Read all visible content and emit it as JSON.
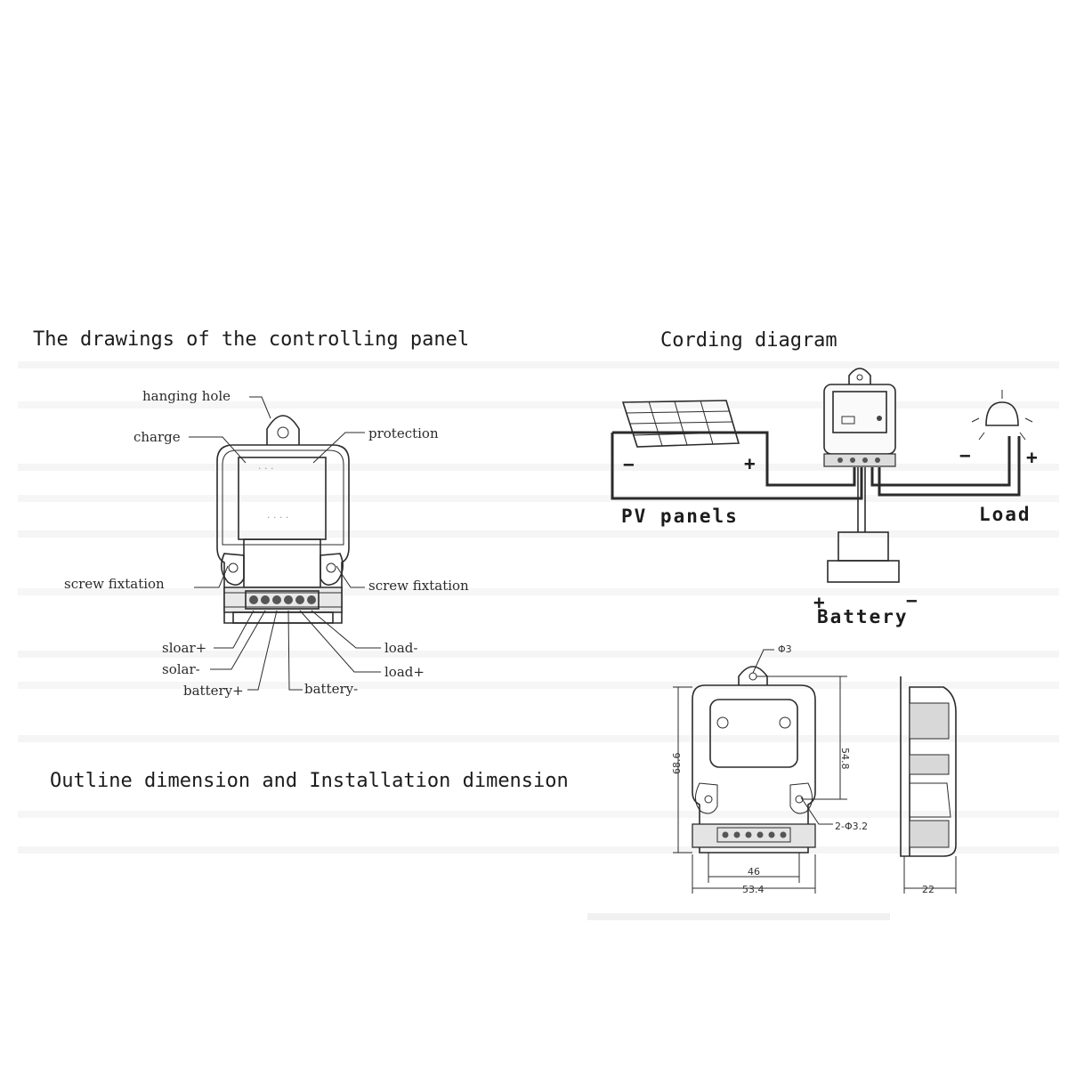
{
  "headings": {
    "controlling_panel": "The drawings of the controlling panel",
    "cording": "Cording diagram",
    "outline": "Outline dimension and Installation dimension"
  },
  "panel_labels": {
    "hanging_hole": "hanging hole",
    "charge": "charge",
    "protection": "protection",
    "screw_left": "screw fixtation",
    "screw_right": "screw fixtation",
    "solar_plus": "sloar+",
    "solar_minus": "solar-",
    "battery_plus": "battery+",
    "battery_minus": "battery-",
    "load_minus": "load-",
    "load_plus": "load+"
  },
  "cording_labels": {
    "pv": "PV panels",
    "load": "Load",
    "battery": "Battery",
    "minus": "−",
    "plus": "+"
  },
  "dimensions": {
    "hole": "Φ3",
    "screw_holes": "2-Φ3.2",
    "height_total": "68.6",
    "height_holes": "54.8",
    "width_holes": "46",
    "width_total": "53.4",
    "depth": "22"
  }
}
